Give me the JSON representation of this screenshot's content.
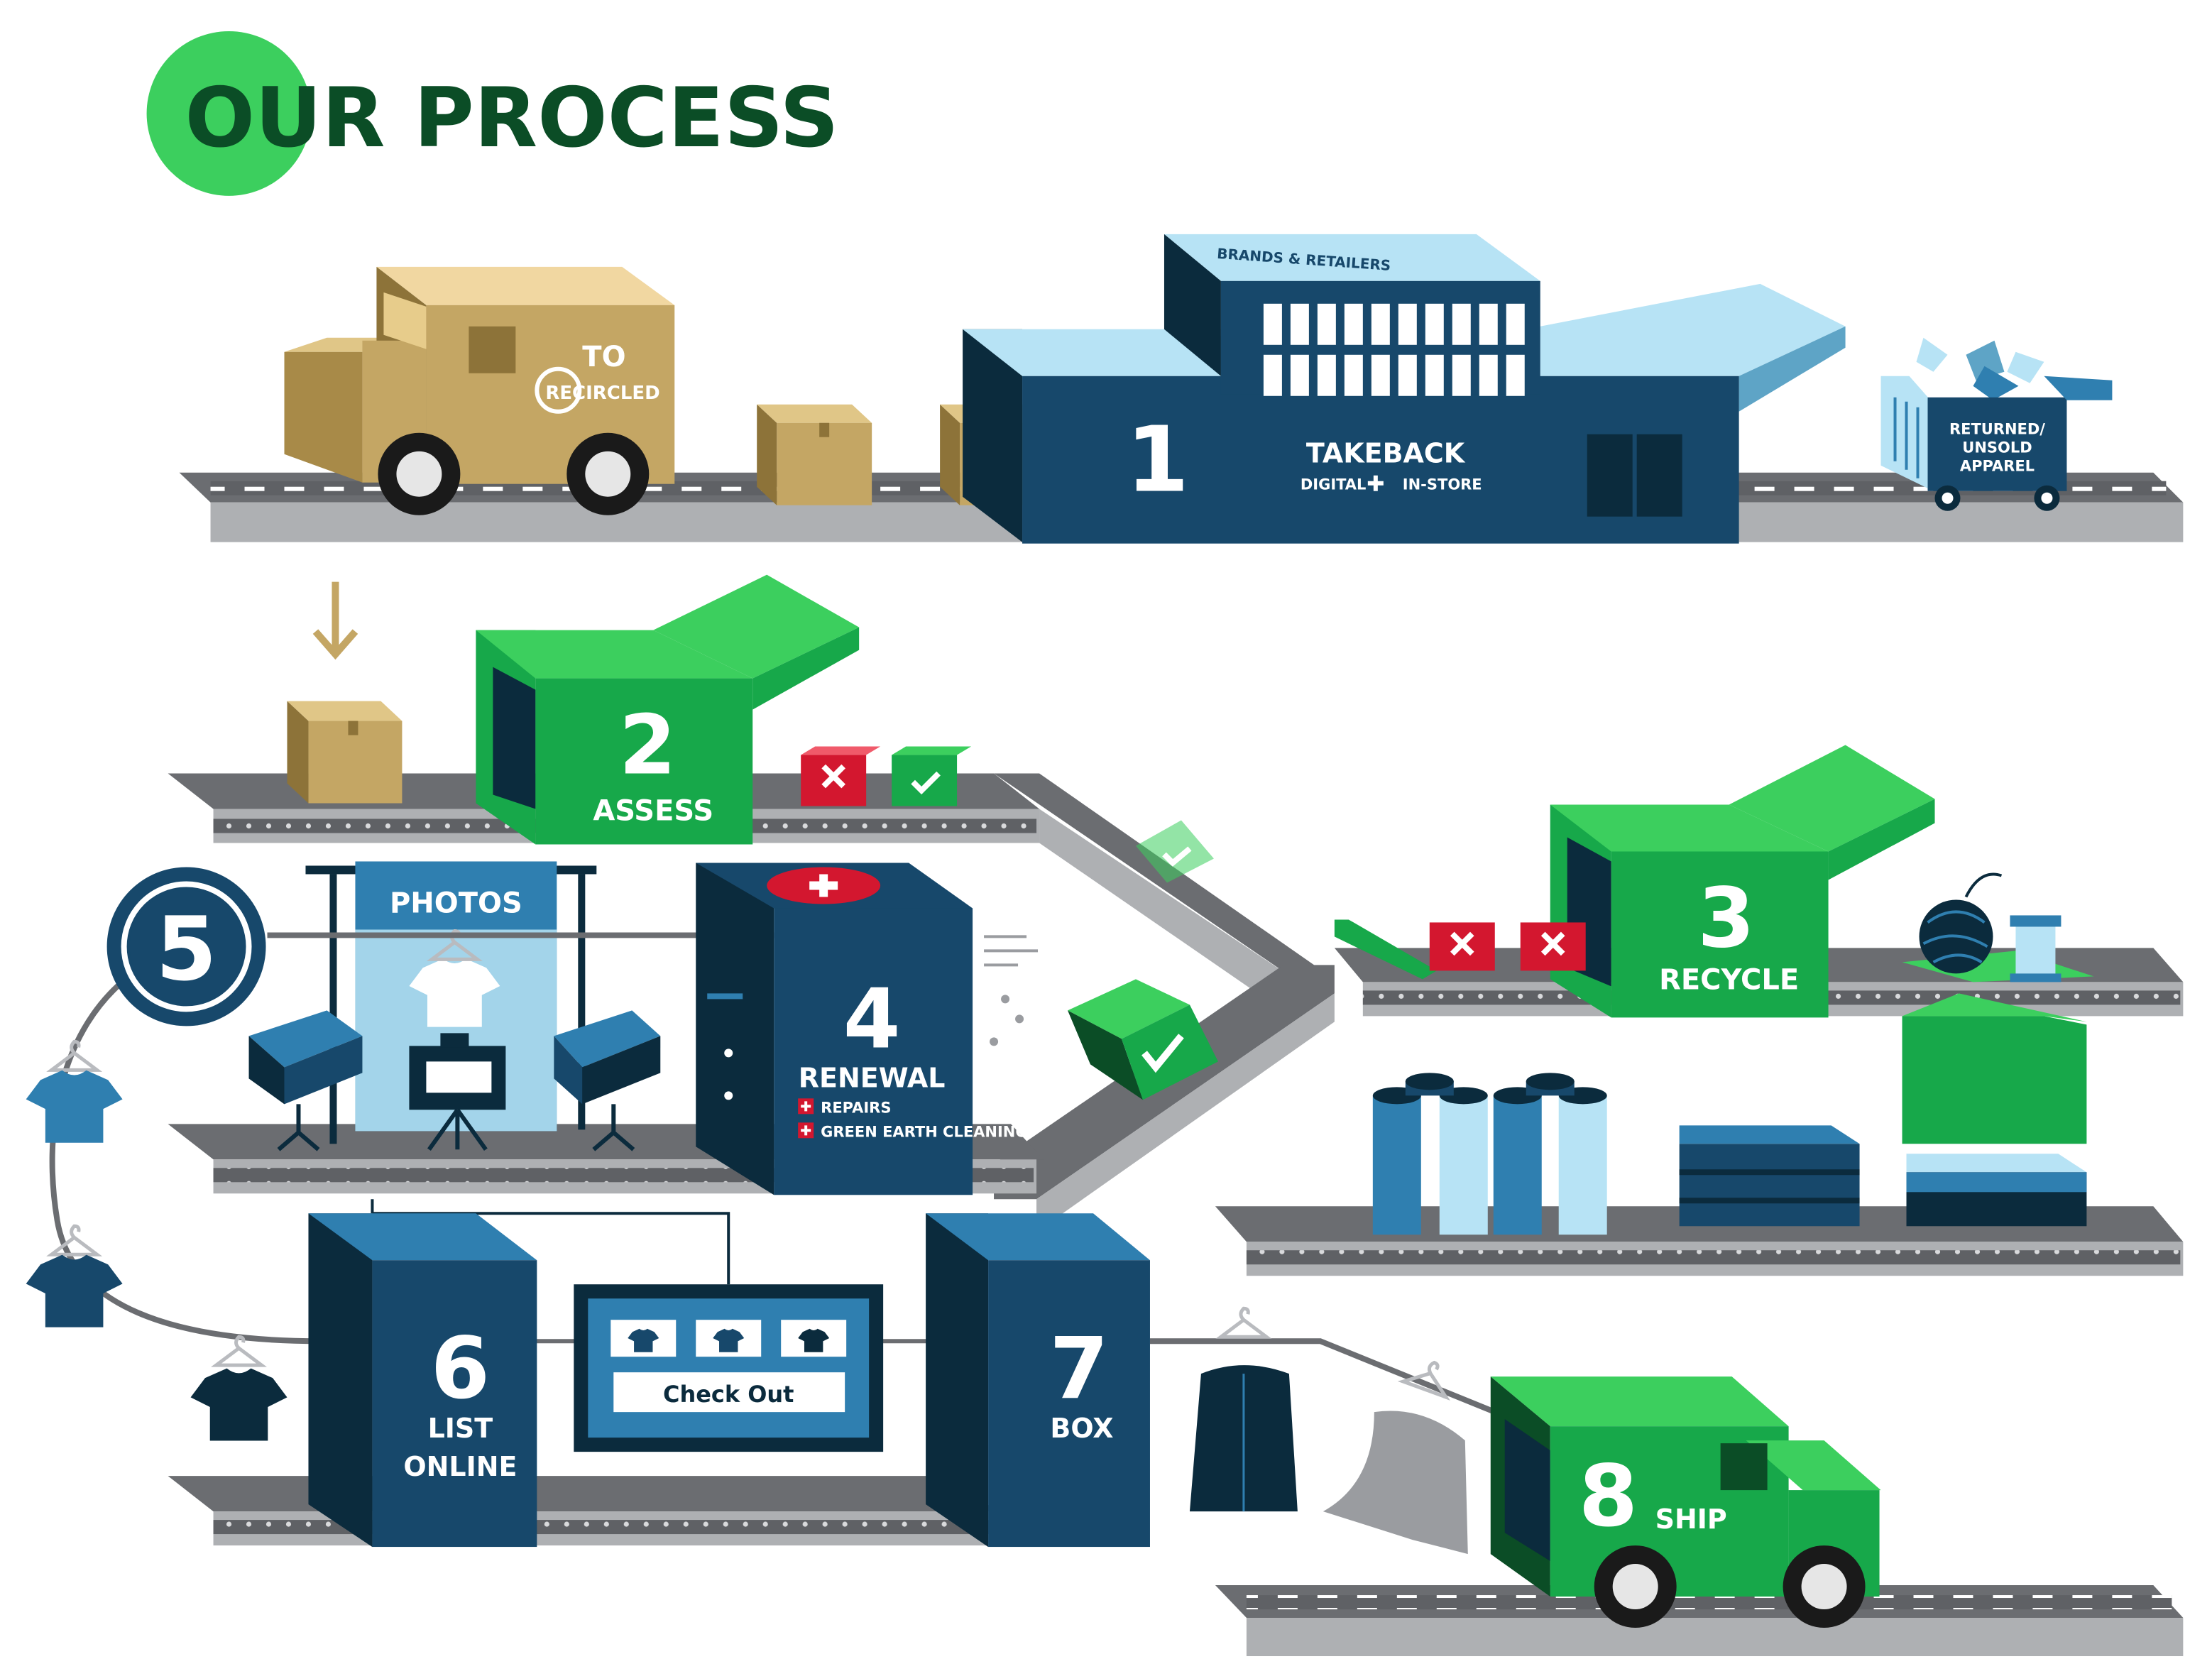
{
  "title": "OUR PROCESS",
  "colors": {
    "dark_green": "#0b4d26",
    "bright_green": "#3ccf5e",
    "mid_green": "#17a84a",
    "navy": "#17486b",
    "dark_navy": "#0b2b3d",
    "steel_blue": "#2f7fb0",
    "light_blue": "#b7e3f5",
    "tan": "#c4a664",
    "belt_grey": "#707276",
    "red": "#d3172f"
  },
  "truck": {
    "label_to": "TO",
    "logo_text": "RECIRCLED",
    "icon": "recircled-logo-icon"
  },
  "steps": [
    {
      "number": "1",
      "label": "TAKEBACK",
      "sub": "DIGITAL",
      "sub2": "IN-STORE",
      "roof": "BRANDS & RETAILERS"
    },
    {
      "number": "2",
      "label": "ASSESS"
    },
    {
      "number": "3",
      "label": "RECYCLE"
    },
    {
      "number": "4",
      "label": "RENEWAL",
      "items": [
        "REPAIRS",
        "GREEN EARTH CLEANING"
      ]
    },
    {
      "number": "5",
      "label": "PHOTOS"
    },
    {
      "number": "6",
      "label": "LIST",
      "label2": "ONLINE"
    },
    {
      "number": "7",
      "label": "BOX"
    },
    {
      "number": "8",
      "label": "SHIP"
    }
  ],
  "cart": {
    "line1": "RETURNED/",
    "line2": "UNSOLD",
    "line3": "APPAREL"
  },
  "screen": {
    "button": "Check Out"
  }
}
